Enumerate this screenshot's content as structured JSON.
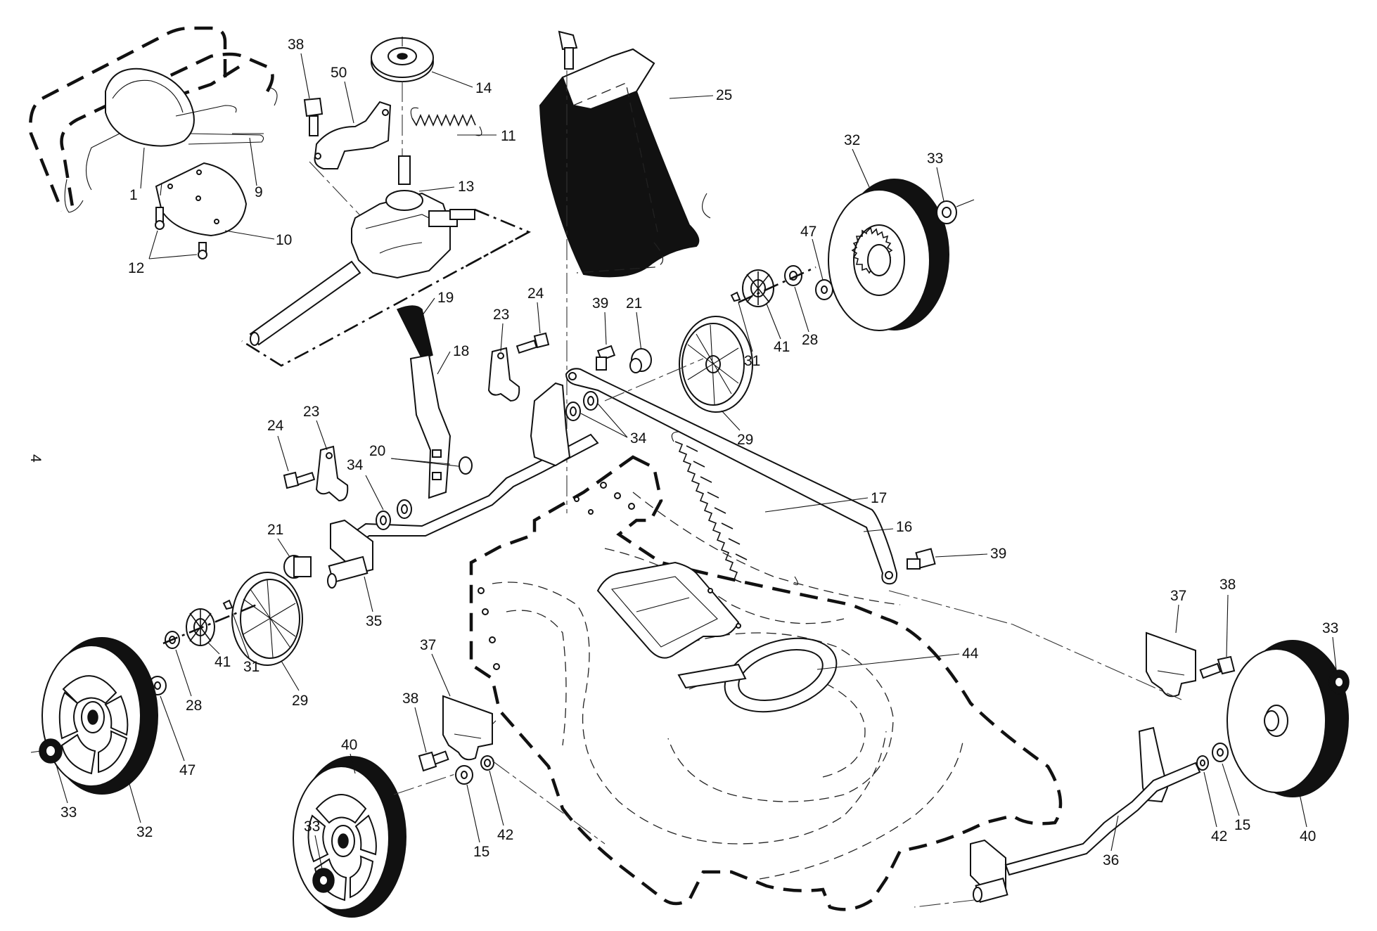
{
  "page_number": "4",
  "callouts": {
    "c1": "1",
    "c9": "9",
    "c10": "10",
    "c11": "11",
    "c12": "12",
    "c13": "13",
    "c14": "14",
    "c16": "16",
    "c17": "17",
    "c18": "18",
    "c19": "19",
    "c20": "20",
    "c25": "25",
    "c35": "35",
    "c36": "36",
    "c44": "44",
    "c50": "50",
    "c21a": "21",
    "c21b": "21",
    "c23a": "23",
    "c23b": "23",
    "c24a": "24",
    "c24b": "24",
    "c28a": "28",
    "c28b": "28",
    "c29a": "29",
    "c29b": "29",
    "c31a": "31",
    "c31b": "31",
    "c32a": "32",
    "c32b": "32",
    "c33a": "33",
    "c33b": "33",
    "c33c": "33",
    "c33d": "33",
    "c34a": "34",
    "c34b": "34",
    "c37a": "37",
    "c37b": "37",
    "c38a": "38",
    "c38b": "38",
    "c38c": "38",
    "c39a": "39",
    "c39b": "39",
    "c40a": "40",
    "c40b": "40",
    "c41a": "41",
    "c41b": "41",
    "c42a": "42",
    "c42b": "42",
    "c15a": "15",
    "c15b": "15",
    "c47a": "47",
    "c47b": "47"
  }
}
